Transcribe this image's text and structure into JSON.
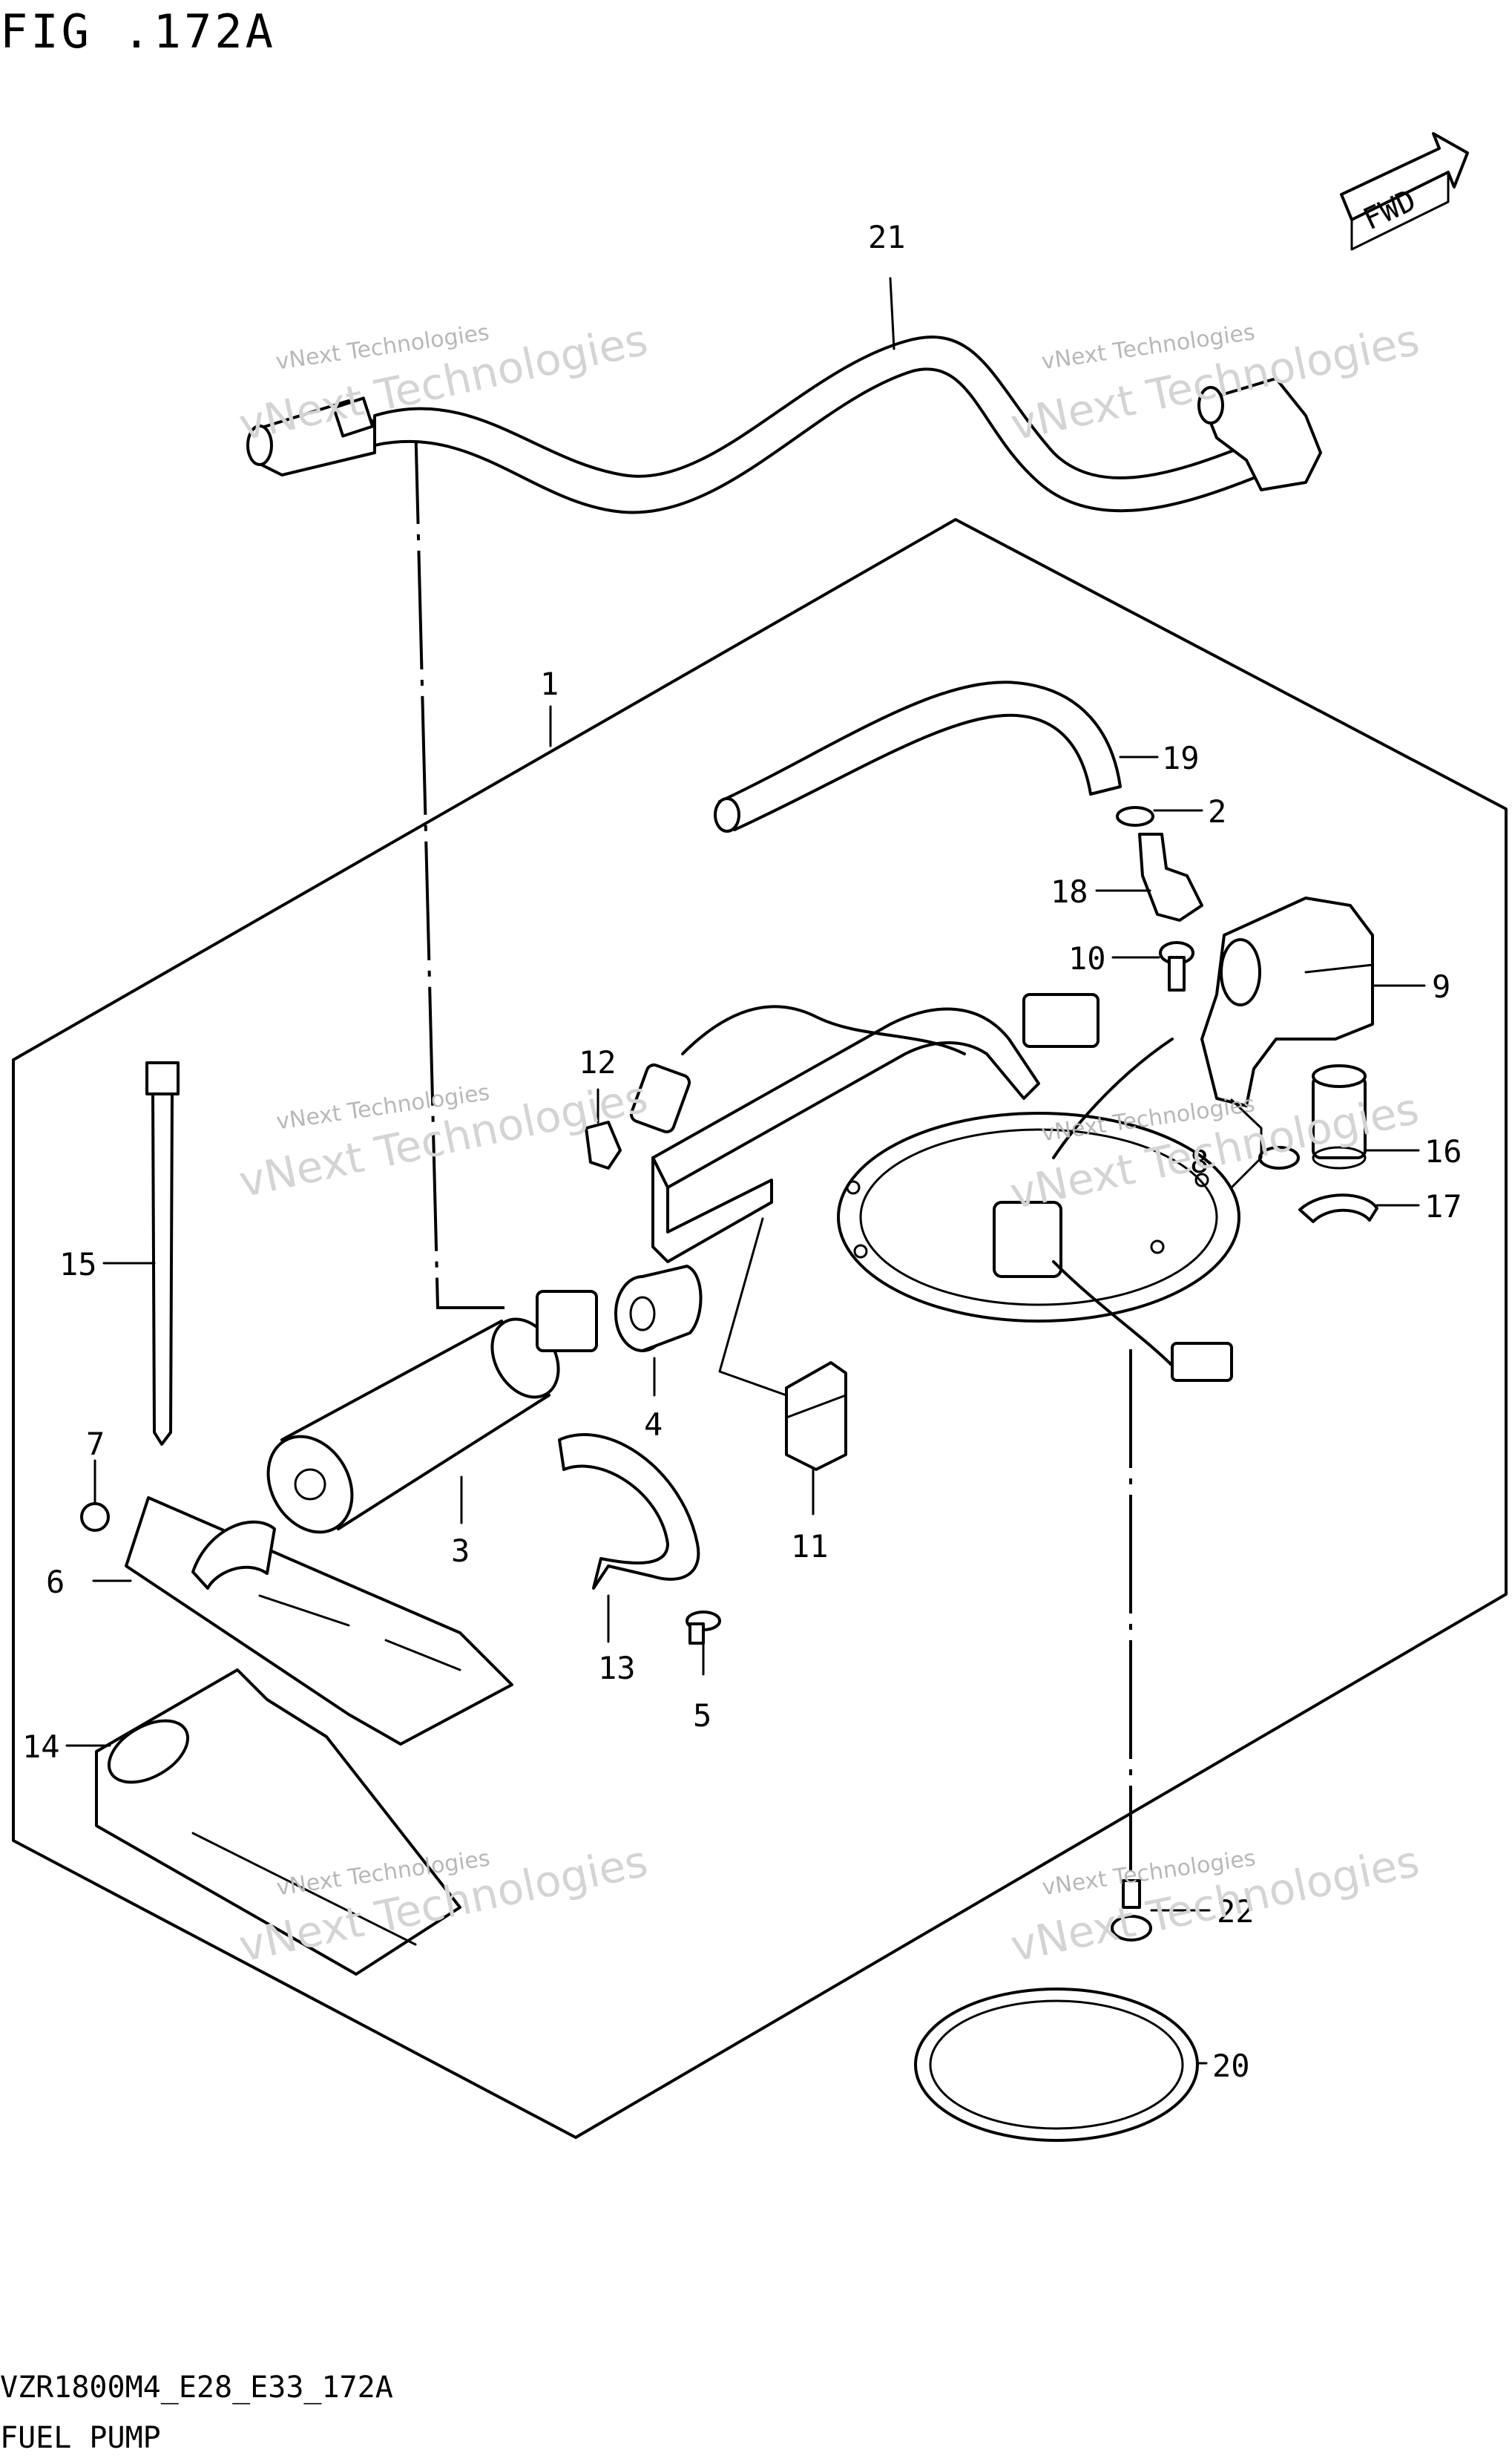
{
  "figure": {
    "title": "FIG .172A",
    "model_code": "VZR1800M4_E28_E33_172A",
    "section_name": "FUEL PUMP",
    "direction_label": "FWD"
  },
  "watermark": {
    "line1": "vNext Technologies",
    "line2": "vNext Technologies"
  },
  "callouts": [
    {
      "id": "c21",
      "number": "21"
    },
    {
      "id": "c1",
      "number": "1"
    },
    {
      "id": "c19",
      "number": "19"
    },
    {
      "id": "c2",
      "number": "2"
    },
    {
      "id": "c18",
      "number": "18"
    },
    {
      "id": "c9",
      "number": "9"
    },
    {
      "id": "c10",
      "number": "10"
    },
    {
      "id": "c12",
      "number": "12"
    },
    {
      "id": "c16",
      "number": "16"
    },
    {
      "id": "c8",
      "number": "8"
    },
    {
      "id": "c17",
      "number": "17"
    },
    {
      "id": "c15",
      "number": "15"
    },
    {
      "id": "c4",
      "number": "4"
    },
    {
      "id": "c11",
      "number": "11"
    },
    {
      "id": "c7",
      "number": "7"
    },
    {
      "id": "c3",
      "number": "3"
    },
    {
      "id": "c13",
      "number": "13"
    },
    {
      "id": "c5",
      "number": "5"
    },
    {
      "id": "c6",
      "number": "6"
    },
    {
      "id": "c14",
      "number": "14"
    },
    {
      "id": "c22",
      "number": "22"
    },
    {
      "id": "c20",
      "number": "20"
    }
  ]
}
